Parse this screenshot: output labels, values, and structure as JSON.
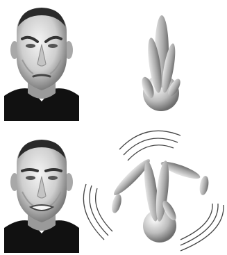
{
  "figure": {
    "panels": [
      {
        "name": "face-top",
        "expression": "angry"
      },
      {
        "name": "glyph-top",
        "shape": "sphere-with-upright-ellipsoids"
      },
      {
        "name": "face-bottom",
        "expression": "grimace"
      },
      {
        "name": "glyph-bottom",
        "shape": "sphere-with-spread-ellipsoids-and-motion-lines"
      }
    ]
  },
  "colors": {
    "background": "#ffffff",
    "skin_light": "#e8e8e8",
    "skin_mid": "#b0b0b0",
    "skin_dark": "#555555",
    "shirt": "#111111",
    "glyph_light": "#f2f2f2",
    "glyph_dark": "#6e6e6e"
  }
}
